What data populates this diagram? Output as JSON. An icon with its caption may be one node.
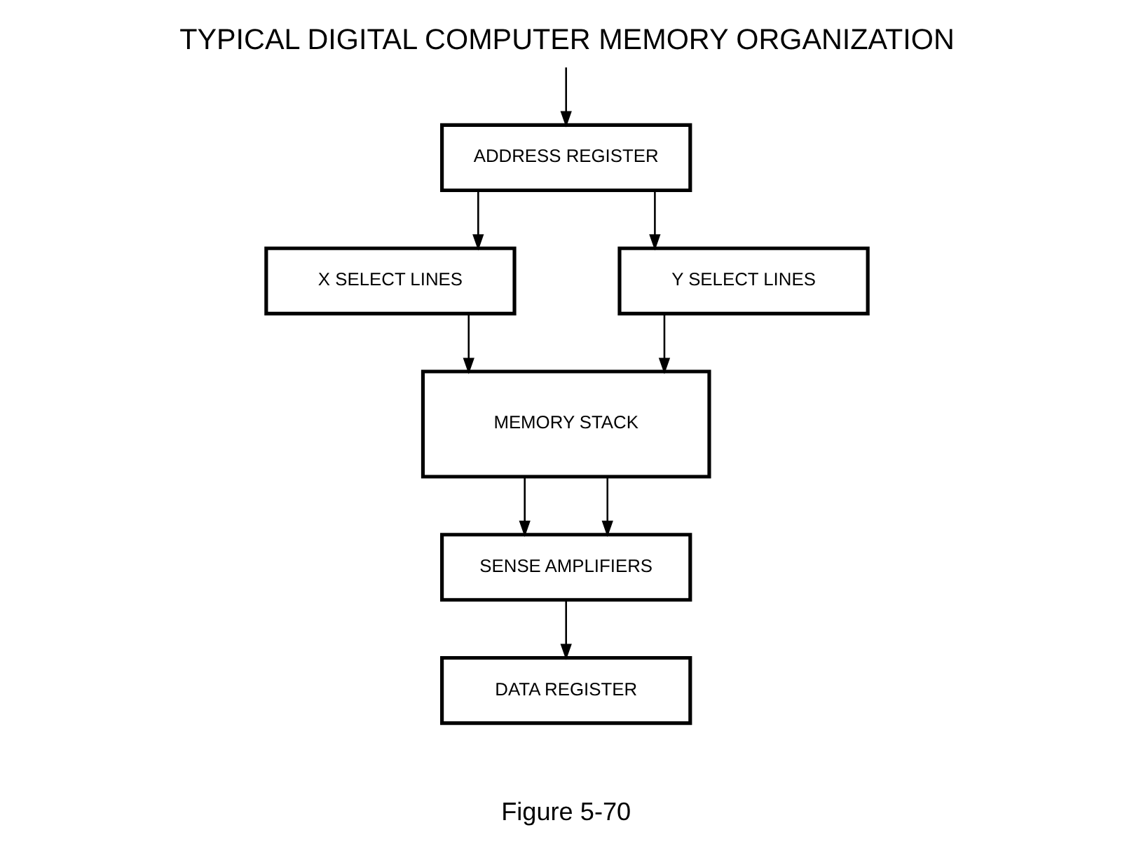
{
  "diagram": {
    "title": "TYPICAL DIGITAL COMPUTER MEMORY ORGANIZATION",
    "caption": "Figure 5-70",
    "nodes": [
      {
        "text": [
          "ADDRESS REGISTER"
        ]
      },
      {
        "text": [
          "X SELECT LINES"
        ]
      },
      {
        "text": [
          "Y SELECT LINES"
        ]
      },
      {
        "text": [
          "MEMORY STACK"
        ]
      },
      {
        "text": [
          "SENSE AMPLIFIERS"
        ]
      },
      {
        "text": [
          "DATA REGISTER"
        ]
      }
    ],
    "edges": [
      {
        "from": null,
        "to": 0,
        "arrow": "to"
      },
      {
        "from": 0,
        "to": 1,
        "arrow": "to"
      },
      {
        "from": 0,
        "to": 2,
        "arrow": "to"
      },
      {
        "from": 1,
        "to": 3,
        "arrow": "to"
      },
      {
        "from": 2,
        "to": 3,
        "arrow": "to"
      },
      {
        "from": 3,
        "to": 4,
        "arrow": "to"
      },
      {
        "from": 3,
        "to": 4,
        "arrow": "to"
      },
      {
        "from": 4,
        "to": 5,
        "arrow": "to"
      }
    ]
  }
}
